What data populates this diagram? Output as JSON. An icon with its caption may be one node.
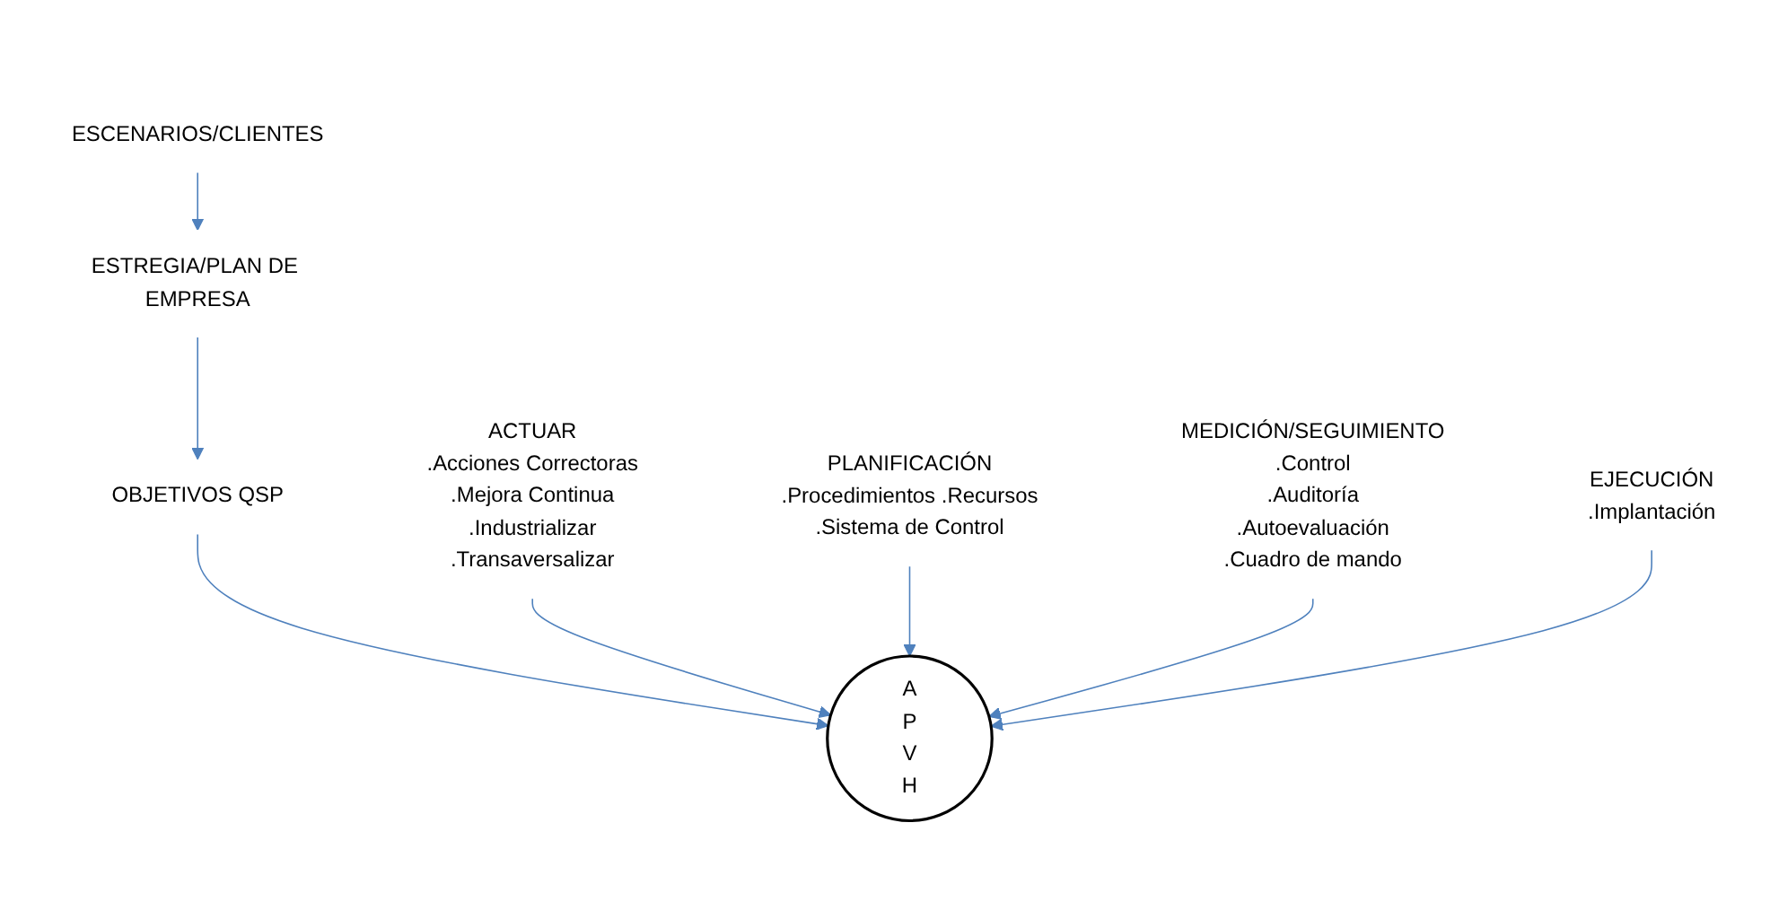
{
  "diagram": {
    "nodes": [
      {
        "text": [
          "ESCENARIOS/CLIENTES"
        ]
      },
      {
        "text": [
          "ESTREGIA/PLAN DE EMPRESA"
        ]
      },
      {
        "text": [
          "OBJETIVOS QSP"
        ]
      },
      {
        "text": [
          "ACTUAR",
          ".Acciones Correctoras",
          ".Mejora Continua",
          ".Industrializar",
          ".Transaversalizar"
        ]
      },
      {
        "text": [
          "PLANIFICACIÓN",
          ".Procedimientos .Recursos",
          ".Sistema de Control"
        ]
      },
      {
        "text": [
          "A",
          "P",
          "V",
          "H"
        ]
      },
      {
        "text": [
          "MEDICIÓN/SEGUIMIENTO",
          ".Control",
          ".Auditoría",
          ".Autoevaluación",
          ".Cuadro de mando"
        ]
      },
      {
        "text": [
          "EJECUCIÓN",
          ".Implantación"
        ]
      }
    ],
    "edges": [
      {
        "from": 0,
        "to": 1,
        "arrow": "to"
      },
      {
        "from": 1,
        "to": 2,
        "arrow": "to"
      },
      {
        "from": 2,
        "to": 5,
        "arrow": "to"
      },
      {
        "from": 3,
        "to": 5,
        "arrow": "to"
      },
      {
        "from": 4,
        "to": 5,
        "arrow": "to"
      },
      {
        "from": 6,
        "to": 5,
        "arrow": "to"
      },
      {
        "from": 7,
        "to": 5,
        "arrow": "to"
      }
    ]
  }
}
